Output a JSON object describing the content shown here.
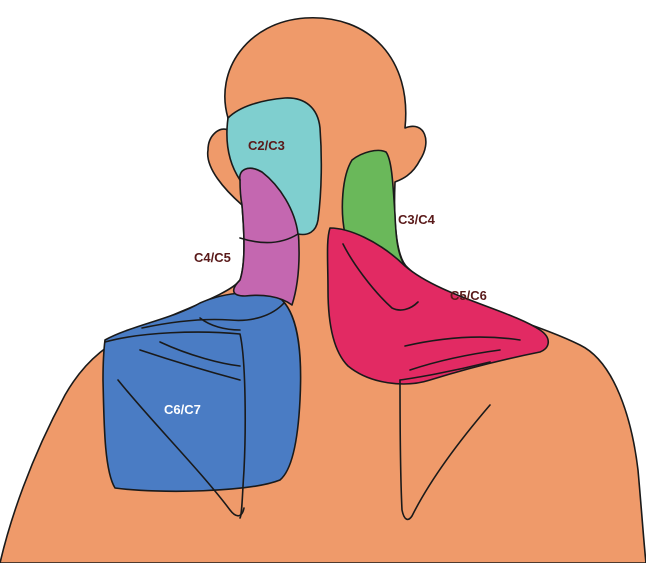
{
  "colors": {
    "background": "#ffffff",
    "skin": "#ef9a6a",
    "outline": "#1a1a1a",
    "label_dark": "#5a1a1a",
    "label_light": "#ffffff",
    "c2_c3": "#7fcfcf",
    "c3_c4": "#6ab85a",
    "c4_c5": "#c467b0",
    "c5_c6": "#e22a63",
    "c6_c7": "#4a7cc4"
  },
  "regions": [
    {
      "id": "c2_c3",
      "label": "C2/C3"
    },
    {
      "id": "c3_c4",
      "label": "C3/C4"
    },
    {
      "id": "c4_c5",
      "label": "C4/C5"
    },
    {
      "id": "c5_c6",
      "label": "C5/C6"
    },
    {
      "id": "c6_c7",
      "label": "C6/C7"
    }
  ]
}
